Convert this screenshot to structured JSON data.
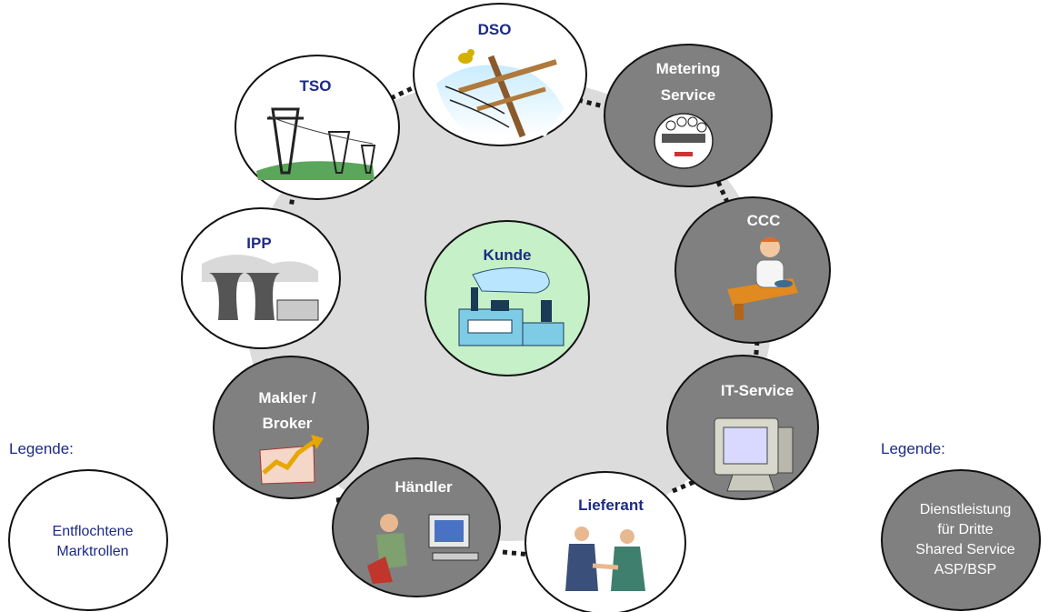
{
  "diagram": {
    "center": {
      "label": "Kunde",
      "icon": "factory-icon"
    },
    "roles": [
      {
        "id": "dso",
        "label": [
          "DSO"
        ],
        "type": "unbundled",
        "icon": "power-pole-icon"
      },
      {
        "id": "metering",
        "label": [
          "Metering",
          "Service"
        ],
        "type": "shared",
        "icon": "electricity-meter-icon"
      },
      {
        "id": "ccc",
        "label": [
          "CCC"
        ],
        "type": "shared",
        "icon": "call-center-agent-icon"
      },
      {
        "id": "it",
        "label": [
          "IT-Service"
        ],
        "type": "shared",
        "icon": "computer-monitor-icon"
      },
      {
        "id": "lieferant",
        "label": [
          "Lieferant"
        ],
        "type": "unbundled",
        "icon": "handshake-icon"
      },
      {
        "id": "haendler",
        "label": [
          "Händler"
        ],
        "type": "shared",
        "icon": "trader-desk-icon"
      },
      {
        "id": "makler",
        "label": [
          "Makler /",
          "Broker"
        ],
        "type": "shared",
        "icon": "rising-chart-icon"
      },
      {
        "id": "ipp",
        "label": [
          "IPP"
        ],
        "type": "unbundled",
        "icon": "power-plant-icon"
      },
      {
        "id": "tso",
        "label": [
          "TSO"
        ],
        "type": "unbundled",
        "icon": "transmission-tower-icon"
      }
    ]
  },
  "legend_left": {
    "title": "Legende:",
    "text": [
      "Entflochtene",
      "Marktrollen"
    ]
  },
  "legend_right": {
    "title": "Legende:",
    "text": [
      "Dienstleistung",
      "für Dritte",
      "Shared Service",
      "ASP/BSP"
    ]
  },
  "colors": {
    "dark_text": "#1c2a86",
    "shared_fill": "#808080",
    "unbundled_fill": "#ffffff",
    "center_fill": "#c6f0c8",
    "ring_fill": "#dcdcdc"
  }
}
